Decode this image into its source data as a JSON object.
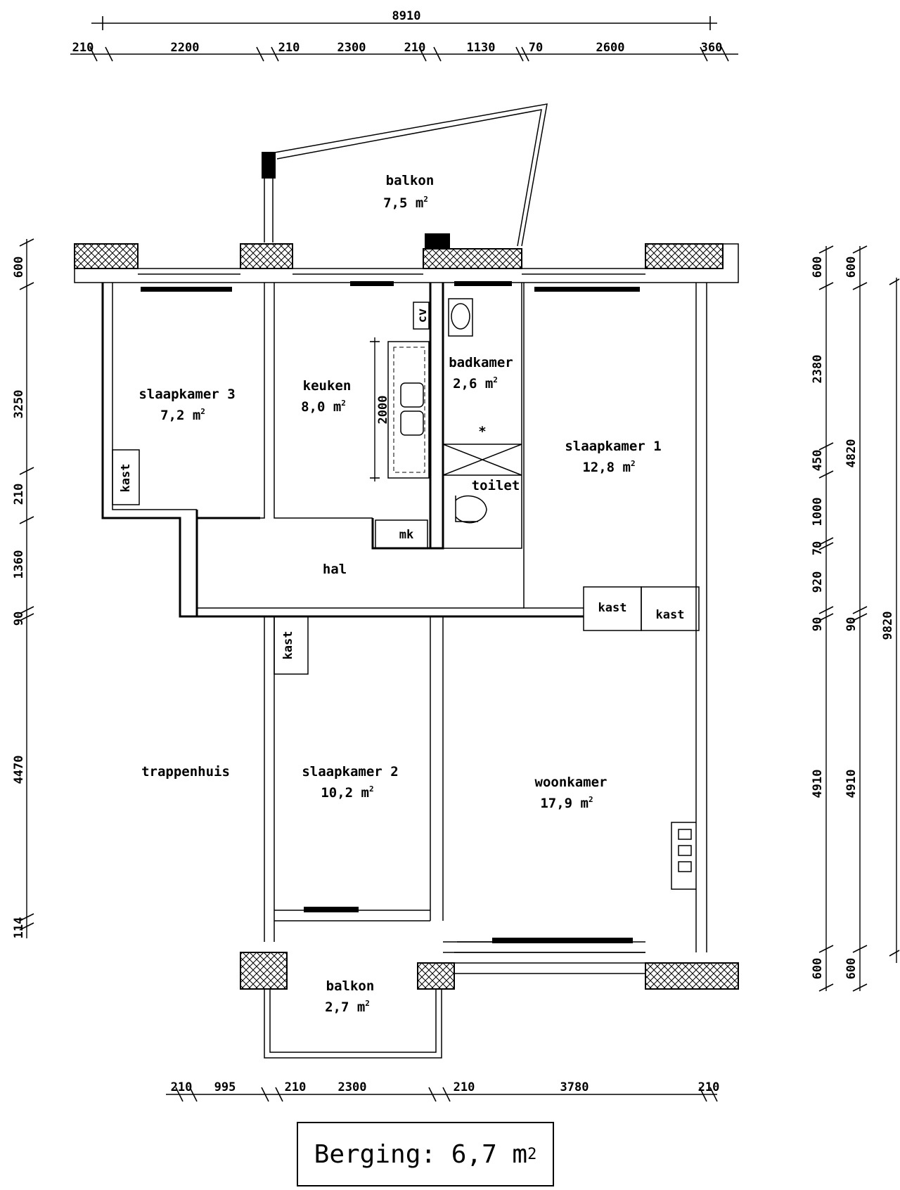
{
  "rooms": {
    "balkon_top": {
      "name": "balkon",
      "area": "7,5 m",
      "sup": "2"
    },
    "slaapkamer3": {
      "name": "slaapkamer 3",
      "area": "7,2 m",
      "sup": "2"
    },
    "keuken": {
      "name": "keuken",
      "area": "8,0 m",
      "sup": "2"
    },
    "badkamer": {
      "name": "badkamer",
      "area": "2,6 m",
      "sup": "2"
    },
    "slaapkamer1": {
      "name": "slaapkamer 1",
      "area": "12,8 m",
      "sup": "2"
    },
    "toilet": {
      "name": "toilet"
    },
    "hal": {
      "name": "hal"
    },
    "trappenhuis": {
      "name": "trappenhuis"
    },
    "slaapkamer2": {
      "name": "slaapkamer 2",
      "area": "10,2 m",
      "sup": "2"
    },
    "woonkamer": {
      "name": "woonkamer",
      "area": "17,9 m",
      "sup": "2"
    },
    "balkon_bottom": {
      "name": "balkon",
      "area": "2,7 m",
      "sup": "2"
    }
  },
  "fixtures": {
    "cv": "cv",
    "mk": "mk",
    "kast": "kast",
    "kitchen_length": "2000"
  },
  "dimensions": {
    "top_total": "8910",
    "top": [
      "210",
      "2200",
      "210",
      "2300",
      "210",
      "1130",
      "70",
      "2600",
      "360"
    ],
    "bottom": [
      "210",
      "995",
      "210",
      "2300",
      "210",
      "3780",
      "210"
    ],
    "left": [
      "600",
      "3250",
      "210",
      "1360",
      "90",
      "4470",
      "114"
    ],
    "right_inner": [
      "600",
      "2380",
      "450",
      "1000",
      "70",
      "920",
      "90",
      "4910",
      "600"
    ],
    "right_mid": [
      "600",
      "4820",
      "90",
      "4910",
      "600"
    ],
    "right_total": "9820"
  },
  "berging": {
    "label": "Berging: 6,7 m",
    "sup": "2"
  }
}
